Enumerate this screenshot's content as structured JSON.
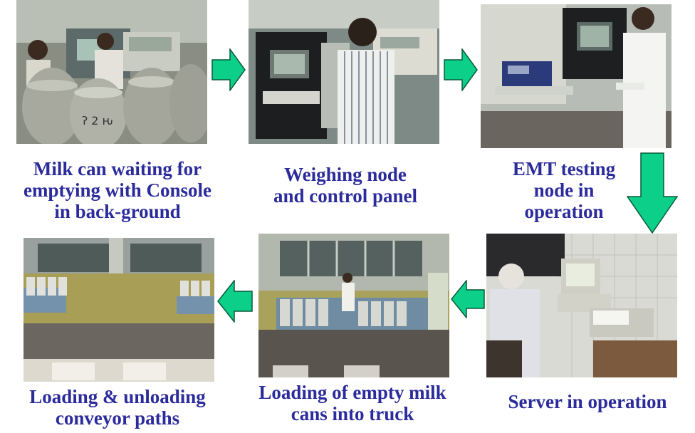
{
  "colors": {
    "caption": "#2b2b9c",
    "arrow_fill": "#0ccf8a",
    "arrow_stroke": "#0a5a3a"
  },
  "steps": [
    {
      "caption": [
        "Milk can waiting for",
        "emptying with Console",
        "in back-ground"
      ]
    },
    {
      "caption": [
        "Weighing node",
        "and control panel"
      ]
    },
    {
      "caption": [
        "EMT testing",
        "node in",
        "operation"
      ]
    },
    {
      "caption": [
        "Server in operation"
      ]
    },
    {
      "caption": [
        "Loading of empty milk",
        "cans into truck"
      ]
    },
    {
      "caption": [
        "Loading & unloading",
        "conveyor paths"
      ]
    }
  ],
  "arrows": [
    {
      "from": 1,
      "to": 2,
      "direction": "right"
    },
    {
      "from": 2,
      "to": 3,
      "direction": "right"
    },
    {
      "from": 3,
      "to": 4,
      "direction": "down"
    },
    {
      "from": 4,
      "to": 5,
      "direction": "left"
    },
    {
      "from": 5,
      "to": 6,
      "direction": "left"
    }
  ]
}
